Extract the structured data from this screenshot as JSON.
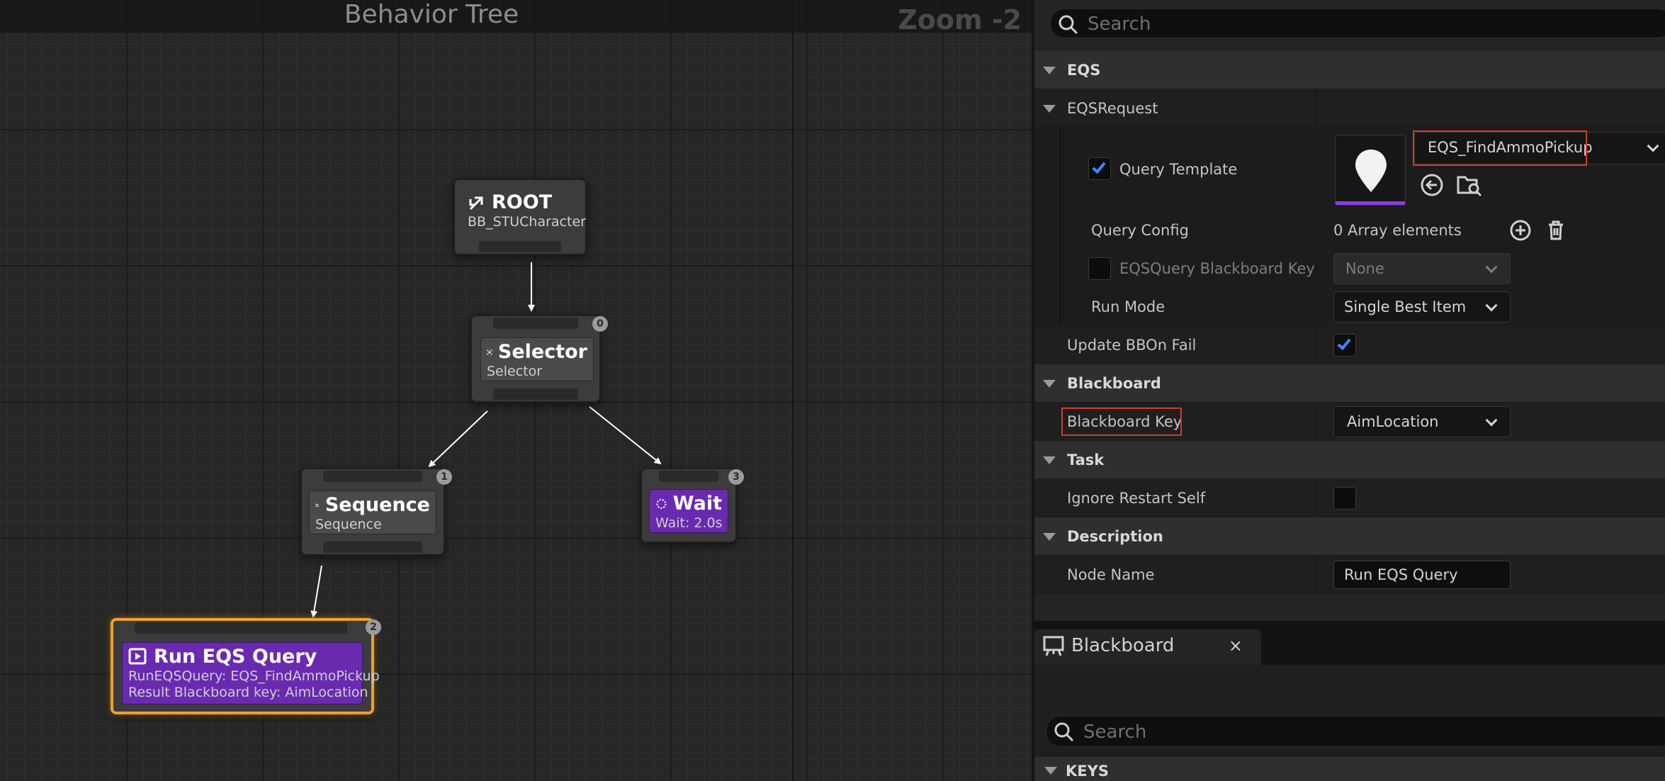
{
  "graph": {
    "title": "Behavior Tree",
    "zoom": "Zoom -2",
    "nodes": {
      "root": {
        "title": "ROOT",
        "subtitle": "BB_STUCharacter"
      },
      "selector": {
        "title": "Selector",
        "subtitle": "Selector",
        "index": "0"
      },
      "sequence": {
        "title": "Sequence",
        "subtitle": "Sequence",
        "index": "1"
      },
      "run_eqs": {
        "title": "Run EQS Query",
        "line1": "RunEQSQuery: EQS_FindAmmoPickup",
        "line2": "Result Blackboard key: AimLocation",
        "index": "2"
      },
      "wait": {
        "title": "Wait",
        "subtitle": "Wait: 2.0s",
        "index": "3"
      }
    }
  },
  "details": {
    "search_placeholder": "Search",
    "categories": {
      "eqs": "EQS",
      "eqs_request": "EQSRequest",
      "blackboard": "Blackboard",
      "task": "Task",
      "description": "Description"
    },
    "props": {
      "query_template": {
        "label": "Query Template",
        "value": "EQS_FindAmmoPickup",
        "checked": true
      },
      "query_config": {
        "label": "Query Config",
        "value": "0 Array elements"
      },
      "eqs_bb_key": {
        "label": "EQSQuery Blackboard Key",
        "value": "None",
        "checked": false
      },
      "run_mode": {
        "label": "Run Mode",
        "value": "Single Best Item"
      },
      "update_bb_on_fail": {
        "label": "Update BBOn Fail",
        "checked": true
      },
      "blackboard_key": {
        "label": "Blackboard Key",
        "value": "AimLocation"
      },
      "ignore_restart_self": {
        "label": "Ignore Restart Self",
        "checked": false
      },
      "node_name": {
        "label": "Node Name",
        "value": "Run EQS Query"
      }
    }
  },
  "blackboard_panel": {
    "tab_label": "Blackboard",
    "close_label": "×",
    "search_placeholder": "Search",
    "keys_label": "KEYS"
  },
  "colors": {
    "highlight": "#d03a2a",
    "task_purple": "#6a2ab0",
    "selected_outline": "#f0a030",
    "check_blue": "#3b8bff"
  }
}
